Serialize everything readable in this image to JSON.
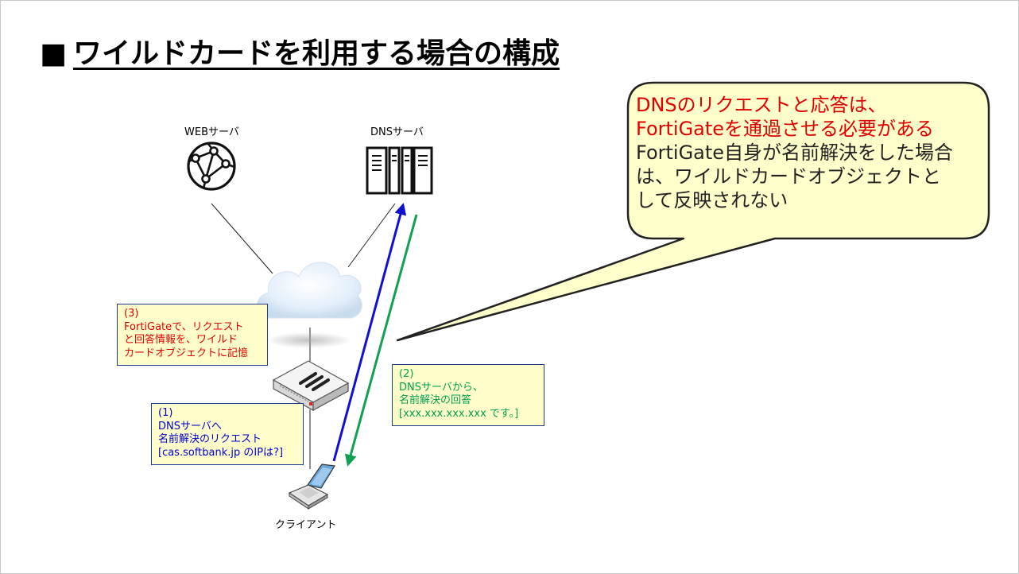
{
  "title": {
    "square": "■",
    "text": "ワイルドカードを利用する場合の構成"
  },
  "nodes": {
    "web_server": "WEBサーバ",
    "dns_server": "DNSサーバ",
    "client": "クライアント"
  },
  "callout": {
    "line1": "DNSのリクエストと応答は、",
    "line2": "FortiGateを通過させる必要がある",
    "line3": "FortiGate自身が名前解決をした場合",
    "line4": "は、ワイルドカードオブジェクトと",
    "line5": "して反映されない"
  },
  "box3": {
    "line1": "(3)",
    "line2": "FortiGateで、リクエスト",
    "line3": "と回答情報を、ワイルド",
    "line4": "カードオブジェクトに記憶"
  },
  "box2": {
    "line1": "(2)",
    "line2": "DNSサーバから、",
    "line3": "名前解決の回答",
    "line4": "[xxx.xxx.xxx.xxx です。]"
  },
  "box1": {
    "line1": "(1)",
    "line2": "DNSサーバへ",
    "line3": "名前解決のリクエスト",
    "line4": "[cas.softbank.jp のIPは?]"
  },
  "colors": {
    "red_text": "#e00000",
    "green_text": "#00a050",
    "blue_text": "#0000cc",
    "box_fill": "#fffecb",
    "box_border": "#1f3b8f"
  }
}
